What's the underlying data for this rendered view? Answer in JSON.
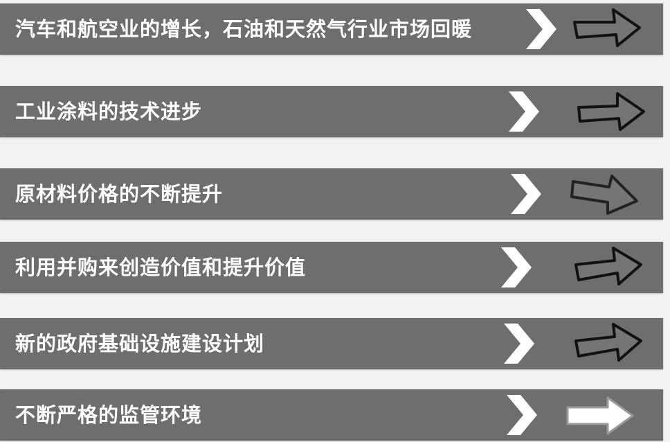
{
  "colors": {
    "background": "#f2f2f2",
    "bar": "#6e6e6e",
    "label": "#ffffff",
    "chevron": "#ffffff",
    "arrow_dark_fill": "#757575",
    "arrow_dark_stroke": "#111111",
    "arrow_light_fill": "#ffffff",
    "arrow_light_stroke": "#9a9a9a"
  },
  "rows": [
    {
      "label": "汽车和航空业的增长，石油和天然气行业市场回暖",
      "chevron_icon": "chevron-right-icon",
      "arrow_icon": "arrow-right-icon",
      "arrow_style": "dark"
    },
    {
      "label": "工业涂料的技术进步",
      "chevron_icon": "chevron-right-icon",
      "arrow_icon": "arrow-right-icon",
      "arrow_style": "dark"
    },
    {
      "label": "原材料价格的不断提升",
      "chevron_icon": "chevron-right-icon",
      "arrow_icon": "arrow-down-right-icon",
      "arrow_style": "dark"
    },
    {
      "label": "利用并购来创造价值和提升价值",
      "chevron_icon": "chevron-right-icon",
      "arrow_icon": "arrow-right-icon",
      "arrow_style": "dark"
    },
    {
      "label": "新的政府基础设施建设计划",
      "chevron_icon": "chevron-right-icon",
      "arrow_icon": "arrow-right-icon",
      "arrow_style": "dark"
    },
    {
      "label": "不断严格的监管环境",
      "chevron_icon": "chevron-right-icon",
      "arrow_icon": "arrow-right-icon",
      "arrow_style": "light"
    }
  ]
}
